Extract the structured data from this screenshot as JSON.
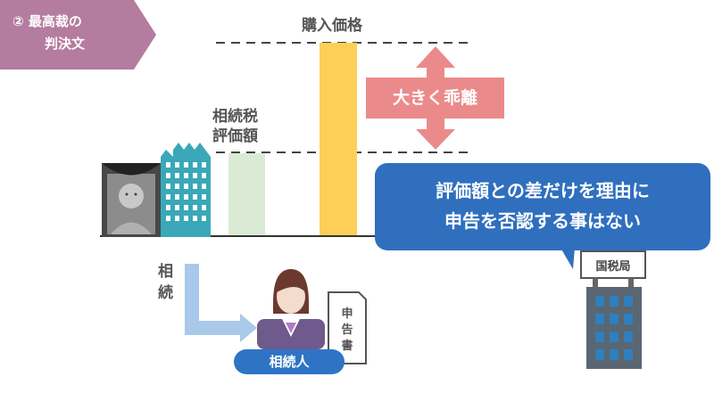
{
  "badge": {
    "line1": "② 最高裁の",
    "line2": "判決文"
  },
  "labels": {
    "purchase_price": "購入価格",
    "valuation_line1": "相続税",
    "valuation_line2": "評価額",
    "large_divergence": "大きく乖離",
    "inheritance_vertical_1": "相",
    "inheritance_vertical_2": "続",
    "heir": "相続人",
    "tax_office": "国税局",
    "doc_1": "申",
    "doc_2": "告",
    "doc_3": "書"
  },
  "callout": {
    "line1": "評価額との差だけを理由に",
    "line2": "申告を否認する事はない"
  },
  "chart_data": {
    "type": "bar",
    "categories": [
      "相続税評価額",
      "購入価格"
    ],
    "series": [
      {
        "values": [
          0.41,
          0.95
        ]
      }
    ],
    "colors": {
      "valuation": "#d9ebd5",
      "purchase": "#fccf57",
      "arrow": "#eb8a8a"
    }
  },
  "colors": {
    "badge": "#b47c9e",
    "callout": "#2f6fbe",
    "pill": "#2f74c4",
    "arrow_blue": "#a9c9ea"
  }
}
